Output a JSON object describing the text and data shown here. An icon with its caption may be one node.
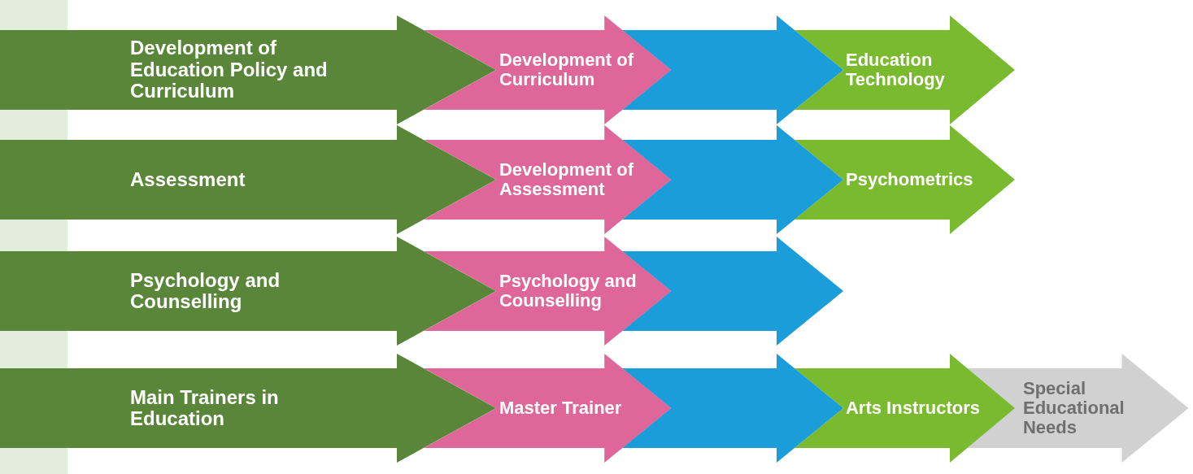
{
  "diagram": {
    "nodes": [
      {
        "text": [
          "Development of Education Policy and Curriculum"
        ]
      },
      {
        "text": [
          "Development of Curriculum"
        ]
      },
      {
        "text": [],
        "shape": "arrow"
      },
      {
        "text": [
          "Education Technology"
        ]
      },
      {
        "text": [
          "Assessment"
        ]
      },
      {
        "text": [
          "Development of Assessment"
        ]
      },
      {
        "text": [],
        "shape": "arrow"
      },
      {
        "text": [
          "Psychometrics"
        ]
      },
      {
        "text": [
          "Psychology and Counselling"
        ]
      },
      {
        "text": [
          "Psychology and Counselling"
        ]
      },
      {
        "text": [],
        "shape": "arrow"
      },
      {
        "text": [
          "Main Trainers in Education"
        ]
      },
      {
        "text": [
          "Master Trainer"
        ]
      },
      {
        "text": [],
        "shape": "arrow"
      },
      {
        "text": [
          "Arts Instructors"
        ]
      },
      {
        "text": [
          "Special Educational Needs"
        ]
      }
    ]
  }
}
